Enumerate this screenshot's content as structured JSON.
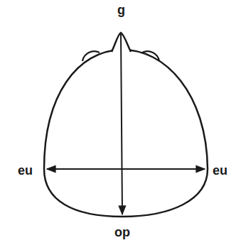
{
  "diagram": {
    "labels": [
      "g",
      "eu",
      "eu",
      "op"
    ]
  }
}
